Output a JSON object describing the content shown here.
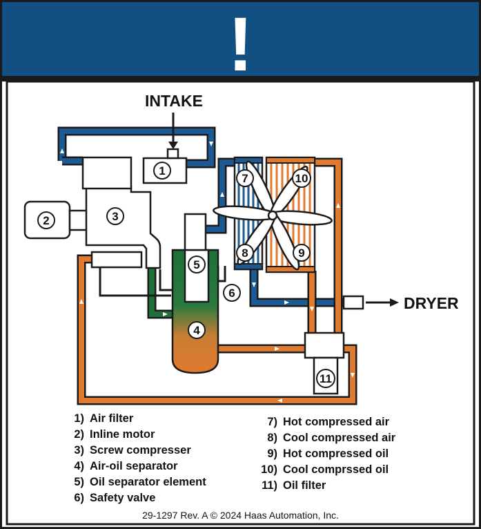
{
  "header": {
    "symbol": "!"
  },
  "labels": {
    "intake": "INTAKE",
    "dryer": "DRYER"
  },
  "callouts": [
    "1",
    "2",
    "3",
    "4",
    "5",
    "6",
    "7",
    "8",
    "9",
    "10",
    "11"
  ],
  "legend_left": [
    {
      "num": "1)",
      "label": "Air filter"
    },
    {
      "num": "2)",
      "label": "Inline motor"
    },
    {
      "num": "3)",
      "label": "Screw compresser"
    },
    {
      "num": "4)",
      "label": "Air-oil separator"
    },
    {
      "num": "5)",
      "label": "Oil separator element"
    },
    {
      "num": "6)",
      "label": "Safety valve"
    }
  ],
  "legend_right": [
    {
      "num": "7)",
      "label": "Hot compressed air"
    },
    {
      "num": "8)",
      "label": "Cool compressed air"
    },
    {
      "num": "9)",
      "label": "Hot compressed oil"
    },
    {
      "num": "10)",
      "label": "Cool comprssed oil"
    },
    {
      "num": "11)",
      "label": "Oil filter"
    }
  ],
  "footer": "29-1297 Rev. A © 2024 Haas Automation, Inc.",
  "colors": {
    "header_blue": "#124f83",
    "frame_black": "#1a1a1a",
    "air_blue": "#1d5a91",
    "oil_orange": "#e07a2e",
    "separator_green": "#1e6f3a"
  }
}
